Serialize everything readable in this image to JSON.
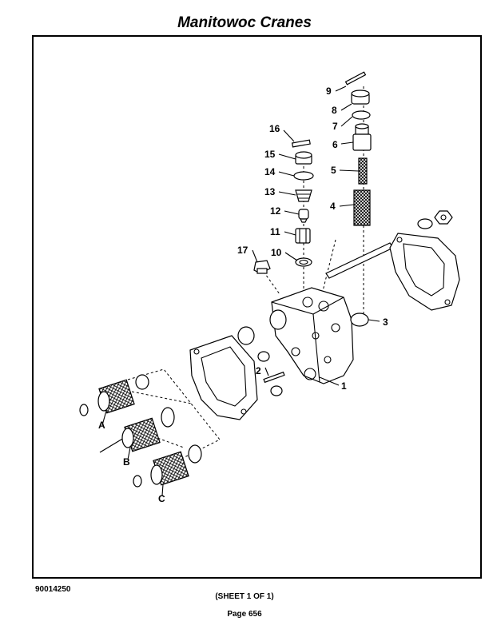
{
  "header": {
    "title": "Manitowoc Cranes"
  },
  "footer": {
    "figure_number": "90014250",
    "sheet": "(SHEET 1 OF 1)",
    "page": "Page 656"
  },
  "callouts": [
    "1",
    "2",
    "3",
    "4",
    "5",
    "6",
    "7",
    "8",
    "9",
    "10",
    "11",
    "12",
    "13",
    "14",
    "15",
    "16",
    "17",
    "A",
    "B",
    "C"
  ]
}
